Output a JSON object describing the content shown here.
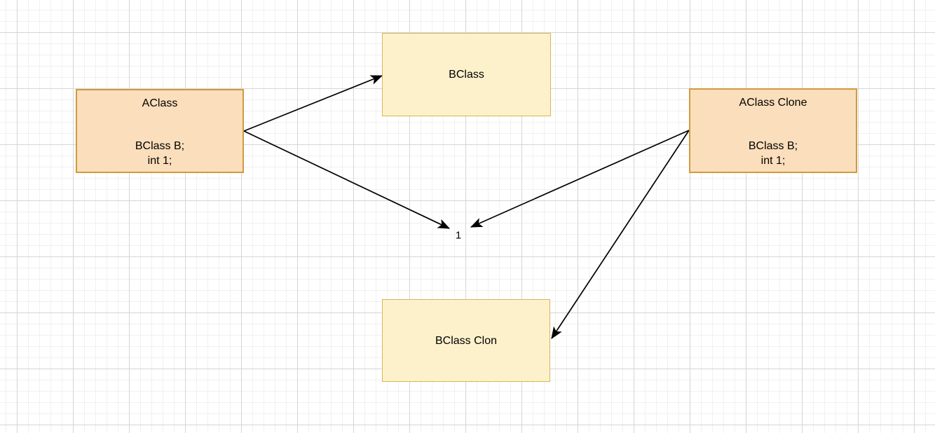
{
  "diagram": {
    "type": "class-diagram",
    "colors": {
      "canvas_background": "#ffffff",
      "grid_minor": "#f2f0f1",
      "grid_major": "#d7d5d6",
      "warm_node_fill": "#fbdebb",
      "warm_node_stroke": "#cf9b3e",
      "light_node_fill": "#fdf1cc",
      "light_node_stroke": "#d6b656",
      "edge": "#000000",
      "text": "#000000"
    },
    "nodes": [
      {
        "id": "aclass",
        "title": "AClass",
        "lines": [
          "BClass B;",
          "int 1;"
        ]
      },
      {
        "id": "bclass",
        "title": "BClass",
        "lines": []
      },
      {
        "id": "aclass-clone",
        "title": "AClass Clone",
        "lines": [
          "BClass B;",
          "int 1;"
        ]
      },
      {
        "id": "bclass-clone",
        "title": "BClass Clon",
        "lines": []
      }
    ],
    "edges": [
      {
        "id": "aclass-to-bclass",
        "from": "AClass",
        "to": "BClass"
      },
      {
        "id": "aclass-to-one",
        "from": "AClass",
        "to": "1"
      },
      {
        "id": "aclass-clone-to-one",
        "from": "AClass Clone",
        "to": "1"
      },
      {
        "id": "aclass-clone-to-bclass-clone",
        "from": "AClass Clone",
        "to": "BClass Clon"
      }
    ],
    "labels": [
      {
        "id": "one",
        "text": "1"
      }
    ]
  }
}
